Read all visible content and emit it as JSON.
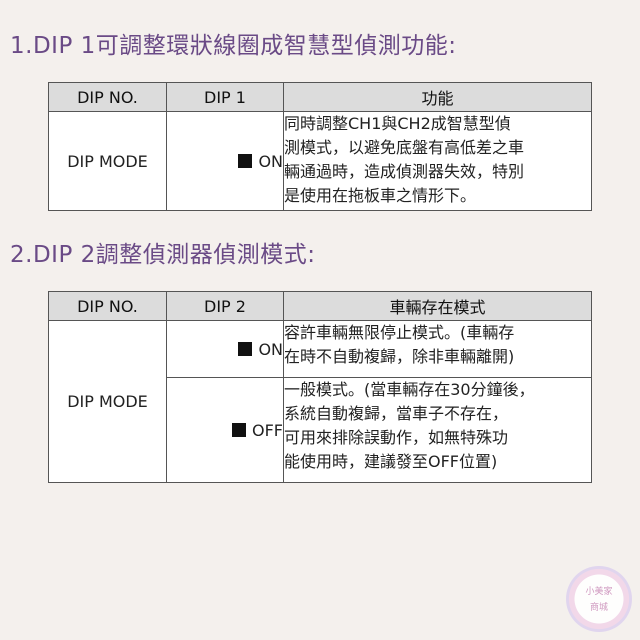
{
  "section1": {
    "heading": "1.DIP 1可調整環狀線圈成智慧型偵測功能:",
    "table": {
      "headers": [
        "DIP NO.",
        "DIP 1",
        "功能"
      ],
      "mode_label": "DIP MODE",
      "state": "ON",
      "description_lines": [
        "同時調整CH1與CH2成智慧型偵",
        "測模式，以避免底盤有高低差之車",
        "輛通過時，造成偵測器失效，特別",
        "是使用在拖板車之情形下。"
      ]
    }
  },
  "section2": {
    "heading": "2.DIP 2調整偵測器偵測模式:",
    "table": {
      "headers": [
        "DIP NO.",
        "DIP 2",
        "車輛存在模式"
      ],
      "mode_label": "DIP MODE",
      "rows": [
        {
          "state": "ON",
          "description_lines": [
            "容許車輛無限停止模式。(車輛存",
            "在時不自動複歸，除非車輛離開)"
          ]
        },
        {
          "state": "OFF",
          "description_lines": [
            "一般模式。(當車輛存在30分鐘後，",
            "系統自動複歸，當車子不存在，",
            "可用來排除誤動作，如無特殊功",
            "能使用時，建議發至OFF位置)"
          ]
        }
      ]
    }
  },
  "watermark": {
    "line1": "小美家",
    "line2": "商城"
  },
  "colors": {
    "heading": "#6a4a86",
    "background": "#f4f0ed",
    "header_fill": "#dcdcdc",
    "border": "#555555"
  },
  "icons": {
    "state_marker": "black-square-icon"
  }
}
